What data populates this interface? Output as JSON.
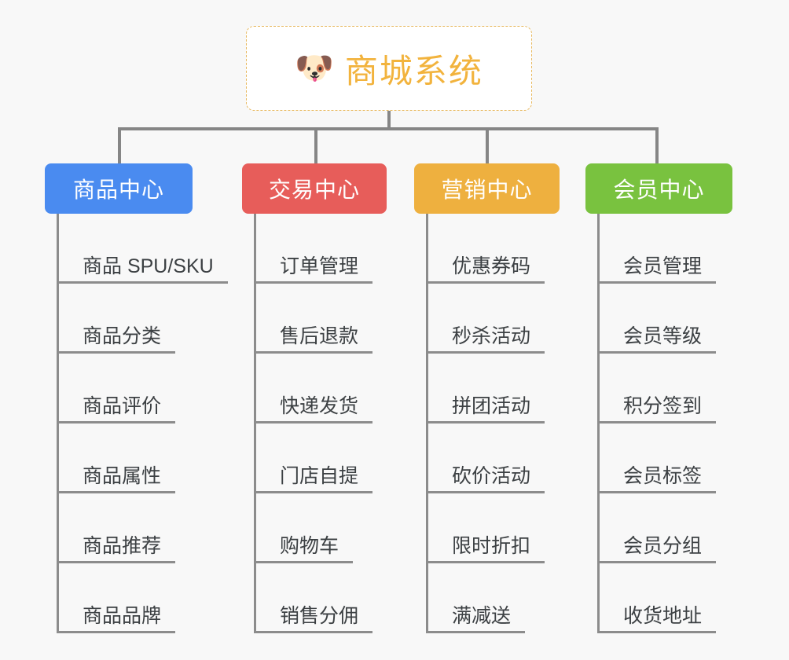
{
  "diagram": {
    "title": "商城系统",
    "root": {
      "icon": "shiba-dog-emoji",
      "emoji": "🐶",
      "label": "商城系统",
      "text_color": "#f2b33d",
      "border_color": "#e8b960",
      "background": "#ffffff"
    },
    "connector_color": "#868686",
    "background": "#f8f8f8",
    "branches": [
      {
        "label": "商品中心",
        "color": "#4a8bf0",
        "items": [
          "商品 SPU/SKU",
          "商品分类",
          "商品评价",
          "商品属性",
          "商品推荐",
          "商品品牌"
        ]
      },
      {
        "label": "交易中心",
        "color": "#e75d5a",
        "items": [
          "订单管理",
          "售后退款",
          "快递发货",
          "门店自提",
          "购物车",
          "销售分佣"
        ]
      },
      {
        "label": "营销中心",
        "color": "#eeb03f",
        "items": [
          "优惠券码",
          "秒杀活动",
          "拼团活动",
          "砍价活动",
          "限时折扣",
          "满减送"
        ]
      },
      {
        "label": "会员中心",
        "color": "#79c23f",
        "items": [
          "会员管理",
          "会员等级",
          "积分签到",
          "会员标签",
          "会员分组",
          "收货地址"
        ]
      }
    ]
  }
}
